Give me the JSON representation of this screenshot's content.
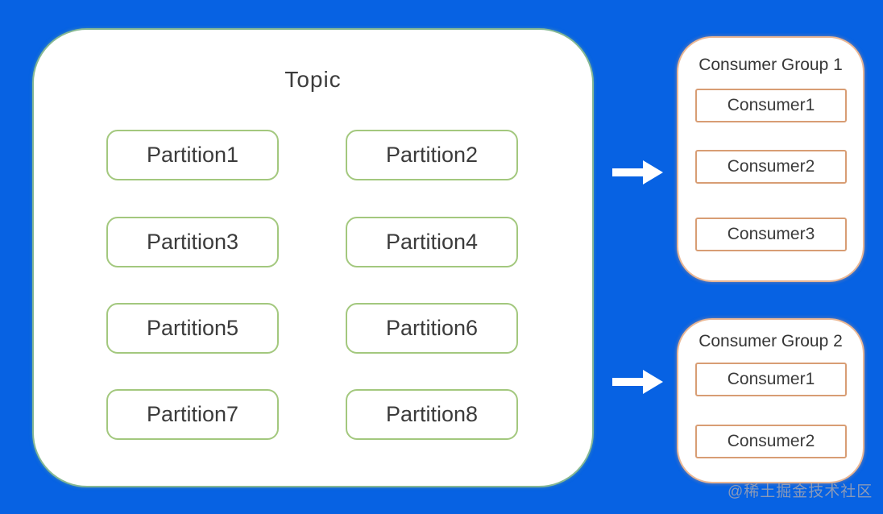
{
  "topic": {
    "title": "Topic",
    "partitions": [
      "Partition1",
      "Partition2",
      "Partition3",
      "Partition4",
      "Partition5",
      "Partition6",
      "Partition7",
      "Partition8"
    ]
  },
  "consumer_groups": [
    {
      "title": "Consumer Group 1",
      "consumers": [
        "Consumer1",
        "Consumer2",
        "Consumer3"
      ]
    },
    {
      "title": "Consumer Group 2",
      "consumers": [
        "Consumer1",
        "Consumer2"
      ]
    }
  ],
  "watermark": "@稀土掘金技术社区",
  "colors": {
    "background": "#0762e3",
    "topic_border": "#86b894",
    "partition_border": "#a3c87e",
    "group_border": "#e9b795",
    "consumer_border": "#d89d74",
    "text": "#3b3b3b",
    "arrow": "#ffffff"
  }
}
